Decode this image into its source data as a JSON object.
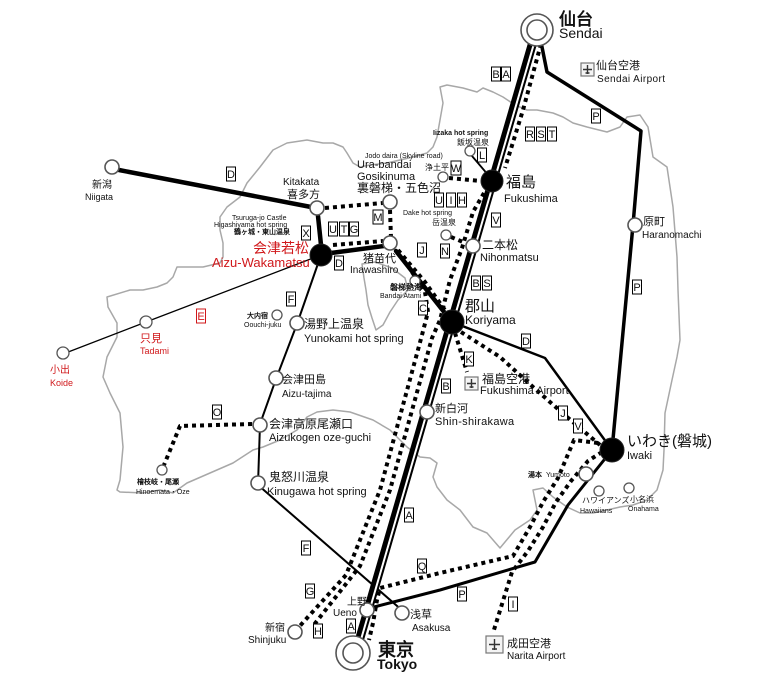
{
  "map": {
    "stations": {
      "sendai": {
        "ja": "仙台",
        "en": "Sendai"
      },
      "fukushima": {
        "ja": "福島",
        "en": "Fukushima"
      },
      "nihonmatsu": {
        "ja": "二本松",
        "en": "Nihonmatsu"
      },
      "koriyama": {
        "ja": "郡山",
        "en": "Koriyama"
      },
      "shin_shirakawa": {
        "ja": "新白河",
        "en": "Shin-shirakawa"
      },
      "ueno": {
        "ja": "上野",
        "en": "Ueno"
      },
      "tokyo": {
        "ja": "東京",
        "en": "Tokyo"
      },
      "asakusa": {
        "ja": "浅草",
        "en": "Asakusa"
      },
      "shinjuku": {
        "ja": "新宿",
        "en": "Shinjuku"
      },
      "aizu_wakamatsu": {
        "ja": "会津若松",
        "en": "Aizu-Wakamatsu"
      },
      "kitakata": {
        "ja": "喜多方",
        "en": "Kitakata"
      },
      "niigata": {
        "ja": "新潟",
        "en": "Niigata"
      },
      "inawashiro": {
        "ja": "猪苗代",
        "en": "Inawashiro"
      },
      "bandai_atami": {
        "ja": "磐梯熱海",
        "en": "Bandai Atami"
      },
      "urabandai": {
        "en1": "Ura-bandai",
        "en2": "Gosikinuma",
        "ja": "裏磐梯・五色沼"
      },
      "jododaira": {
        "en": "Jodo daira (Skyline road)",
        "ja": "浄土平"
      },
      "iizaka": {
        "en": "Iizaka hot spring",
        "ja": "飯坂温泉"
      },
      "dake": {
        "en": "Dake hot spring",
        "ja": "岳温泉"
      },
      "tsurugajo": {
        "en1": "Tsuruga-jo Castle",
        "en2": "Higashiyama hot spring",
        "ja": "鶴ヶ城・東山温泉"
      },
      "ouchijuku": {
        "ja": "大内宿",
        "en": "Oouchi-juku"
      },
      "yunokami": {
        "ja": "湯野上温泉",
        "en": "Yunokami hot spring"
      },
      "aizu_tajima": {
        "ja": "会津田島",
        "en": "Aizu-tajima"
      },
      "aizukogen": {
        "ja": "会津高原尾瀬口",
        "en": "Aizukogen oze-guchi"
      },
      "kinugawa": {
        "ja": "鬼怒川温泉",
        "en": "Kinugawa hot spring"
      },
      "hinoemata": {
        "ja": "檜枝岐・尾瀬",
        "en": "Hinoemata・Oze"
      },
      "tadami": {
        "ja": "只見",
        "en": "Tadami"
      },
      "koide": {
        "ja": "小出",
        "en": "Koide"
      },
      "haranomachi": {
        "ja": "原町",
        "en": "Haranomachi"
      },
      "iwaki": {
        "ja": "いわき(磐城)",
        "en": "Iwaki"
      },
      "yumoto": {
        "ja": "湯本",
        "en": "Yumoto"
      },
      "hawaiians": {
        "ja": "ハワイアンズ",
        "en": "Hawaiians"
      },
      "onahama": {
        "ja": "小名浜",
        "en": "Onahama"
      }
    },
    "airports": {
      "sendai": {
        "ja": "仙台空港",
        "en": "Sendai Airport",
        "icon": "airplane-icon"
      },
      "fukushima": {
        "ja": "福島空港",
        "en": "Fukushima Airport",
        "icon": "airplane-icon"
      },
      "narita": {
        "ja": "成田空港",
        "en": "Narita Airport",
        "icon": "airplane-icon"
      }
    },
    "route_labels": [
      "B",
      "A",
      "R",
      "S",
      "T",
      "P",
      "L",
      "W",
      "D",
      "X",
      "U",
      "T",
      "G",
      "M",
      "U",
      "I",
      "H",
      "V",
      "D",
      "J",
      "N",
      "B",
      "S",
      "C",
      "D",
      "K",
      "B",
      "F",
      "E",
      "O",
      "J",
      "V",
      "A",
      "F",
      "Q",
      "G",
      "H",
      "A",
      "P",
      "I",
      "P"
    ],
    "colors": {
      "rail": "#000000",
      "highlight_red": "#d0181b",
      "prefecture_border": "#a8a8a8"
    }
  }
}
